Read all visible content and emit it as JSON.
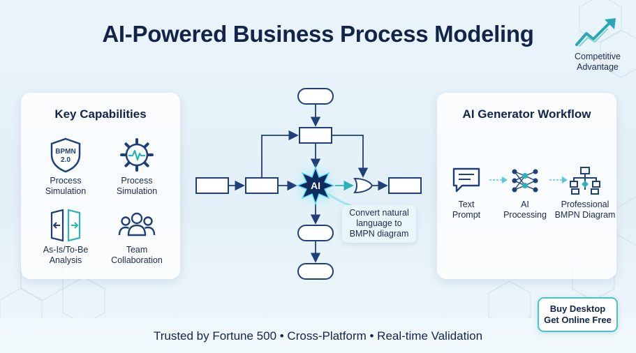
{
  "title": "AI-Powered Business Process Modeling",
  "badge": {
    "label_line1": "Competitive",
    "label_line2": "Advantage",
    "icon": "trend-up-arrow-icon"
  },
  "capabilities": {
    "title": "Key Capabilities",
    "items": [
      {
        "icon": "bpmn-shield-icon",
        "badge_line1": "BPMN",
        "badge_line2": "2.0",
        "line1": "Process",
        "line2": "Simulation"
      },
      {
        "icon": "gear-pulse-icon",
        "line1": "Process",
        "line2": "Simulation"
      },
      {
        "icon": "as-is-to-be-icon",
        "line1": "As-Is/To-Be",
        "line2": "Analysis"
      },
      {
        "icon": "team-icon",
        "line1": "Team",
        "line2": "Collaboration"
      }
    ]
  },
  "diagram": {
    "center_label": "AI",
    "callout_line1": "Convert natural",
    "callout_line2": "language to",
    "callout_line3": "BMPN diagram"
  },
  "workflow": {
    "title": "AI Generator Workflow",
    "steps": [
      {
        "icon": "chat-bubble-icon",
        "line1": "Text",
        "line2": "Prompt"
      },
      {
        "icon": "neural-network-icon",
        "line1": "AI",
        "line2": "Processing"
      },
      {
        "icon": "hierarchy-diagram-icon",
        "line1": "Professional",
        "line2": "BMPN Diagram"
      }
    ]
  },
  "cta": {
    "line1": "Buy Desktop",
    "line2": "Get Online Free"
  },
  "footer": "Trusted by Fortune 500 • Cross-Platform • Real-time Validation",
  "colors": {
    "navy": "#13244a",
    "teal": "#3cc0c4",
    "card": "#ffffff",
    "bg": "#e6f2f9"
  }
}
